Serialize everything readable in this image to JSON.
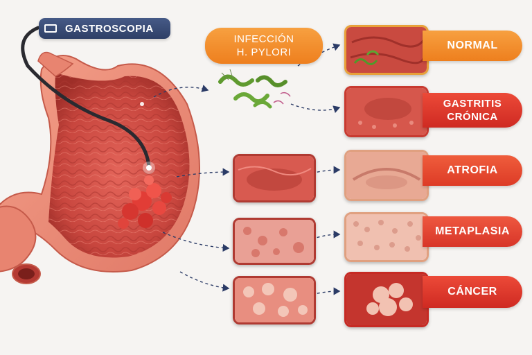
{
  "badge": {
    "label": "GASTROSCOPIA",
    "icon": "endoscope-icon"
  },
  "infection": {
    "line1": "INFECCIÓN",
    "line2": "H. PYLORI"
  },
  "stages": [
    {
      "label": "NORMAL"
    },
    {
      "line1": "GASTRITIS",
      "line2": "CRÓNICA"
    },
    {
      "label": "ATROFIA"
    },
    {
      "label": "METAPLASIA"
    },
    {
      "label": "CÁNCER"
    }
  ],
  "colors": {
    "orange": "#f0892a",
    "red": "#d9312a",
    "navy": "#34466e",
    "tissue": "#c8463e",
    "arrow": "#2b3b66"
  }
}
